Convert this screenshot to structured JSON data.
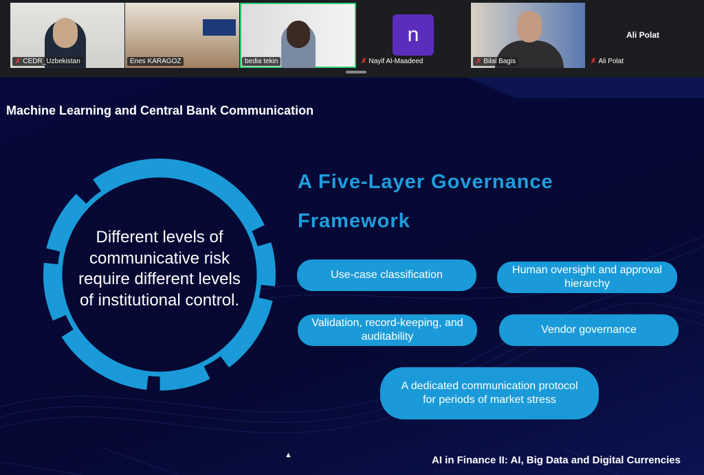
{
  "participants": [
    {
      "name": "CEDR_Uzbekistan",
      "muted": true
    },
    {
      "name": "Enes KARAGOZ",
      "muted": false
    },
    {
      "name": "bedia tekin",
      "muted": false,
      "active": true
    },
    {
      "name": "Nayif Al-Maadeed",
      "muted": true,
      "avatar_letter": "n"
    },
    {
      "name": "Bilal Bagis",
      "muted": true
    },
    {
      "name": "Ali Polat",
      "muted": true,
      "display_name": "Ali Polat"
    }
  ],
  "slide": {
    "title": "Machine Learning and Central Bank Communication",
    "heading_line1": "A Five-Layer Governance",
    "heading_line2": "Framework",
    "gear_text": "Different levels of communicative risk require different levels of institutional control.",
    "layers": [
      "Use-case classification",
      "Human oversight and approval hierarchy",
      "Validation, record-keeping, and auditability",
      "Vendor governance",
      "A dedicated communication protocol for periods of market stress"
    ],
    "footer": "AI in Finance II: AI, Big Data and Digital Currencies"
  },
  "colors": {
    "accent": "#1a9ad8",
    "background": "#050832",
    "active_speaker": "#2ecc71"
  }
}
